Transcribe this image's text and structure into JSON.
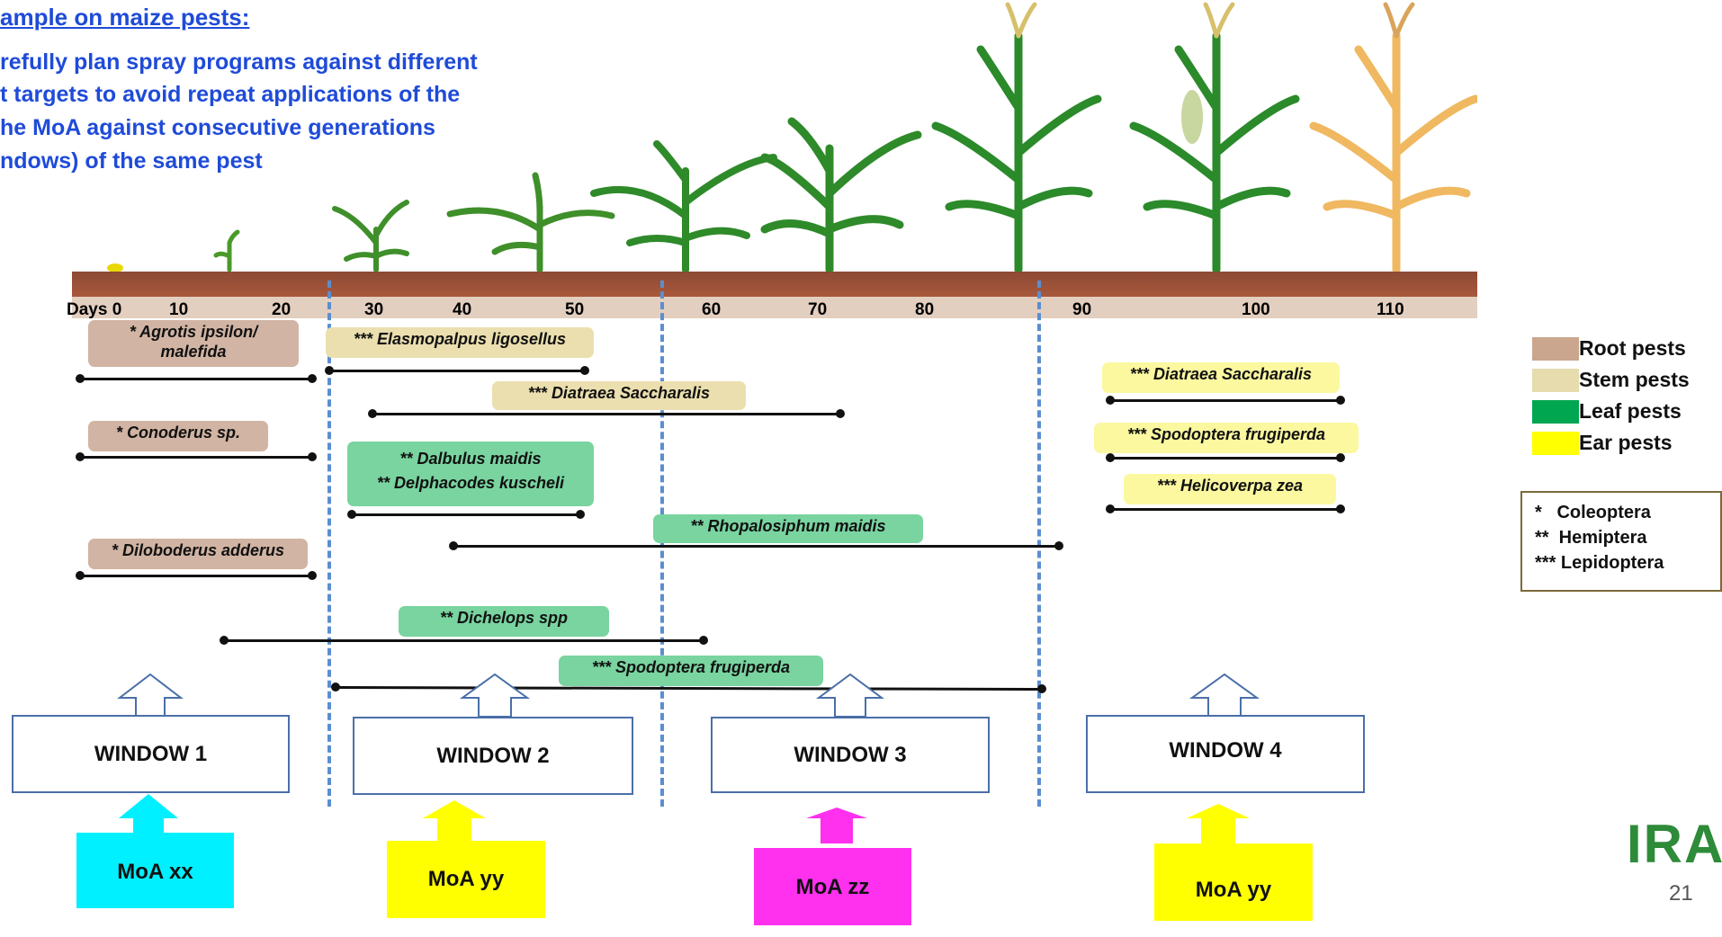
{
  "slide": {
    "title": "ample on maize pests:",
    "intro_lines": [
      "refully plan spray programs against different",
      "t targets to avoid repeat applications of the",
      "he MoA against consecutive generations",
      "ndows) of the same pest"
    ],
    "page_number": "21",
    "logo_text": "IRA"
  },
  "timeline": {
    "prefix": "Days 0",
    "ticks": [
      "10",
      "20",
      "30",
      "40",
      "50",
      "60",
      "70",
      "80",
      "90",
      "100",
      "110"
    ]
  },
  "pests": [
    {
      "label": "* Agrotis  ipsilon/\nmalefida",
      "type": "root"
    },
    {
      "label": "*** Elasmopalpus ligosellus",
      "type": "stem"
    },
    {
      "label": "*** Diatraea Saccharalis",
      "type": "stem"
    },
    {
      "label": "* Conoderus sp.",
      "type": "root"
    },
    {
      "label": "** Dalbulus maidis\n** Delphacodes kuscheli",
      "type": "leaf"
    },
    {
      "label": "** Rhopalosiphum maidis",
      "type": "leaf"
    },
    {
      "label": "* Diloboderus adderus",
      "type": "root"
    },
    {
      "label": "** Dichelops spp",
      "type": "leaf"
    },
    {
      "label": "*** Spodoptera frugiperda",
      "type": "leaf"
    },
    {
      "label": "*** Diatraea Saccharalis",
      "type": "ear"
    },
    {
      "label": "*** Spodoptera frugiperda",
      "type": "ear"
    },
    {
      "label": "*** Helicoverpa zea",
      "type": "ear"
    }
  ],
  "windows": [
    {
      "label": "WINDOW 1",
      "moa": "MoA xx",
      "moa_color": "#00f0ff"
    },
    {
      "label": "WINDOW 2",
      "moa": "MoA yy",
      "moa_color": "#ffff00"
    },
    {
      "label": "WINDOW 3",
      "moa": "MoA zz",
      "moa_color": "#ff30ee"
    },
    {
      "label": "WINDOW  4",
      "moa": "MoA yy",
      "moa_color": "#ffff00"
    }
  ],
  "legend": {
    "items": [
      {
        "label": "Root pests",
        "color": "#c9a68d"
      },
      {
        "label": "Stem pests",
        "color": "#e6dcae"
      },
      {
        "label": "Leaf pests",
        "color": "#00a650"
      },
      {
        "label": "Ear pests",
        "color": "#ffff00"
      }
    ],
    "orders": [
      "*   Coleoptera",
      "**  Hemiptera",
      "*** Lepidoptera"
    ]
  }
}
